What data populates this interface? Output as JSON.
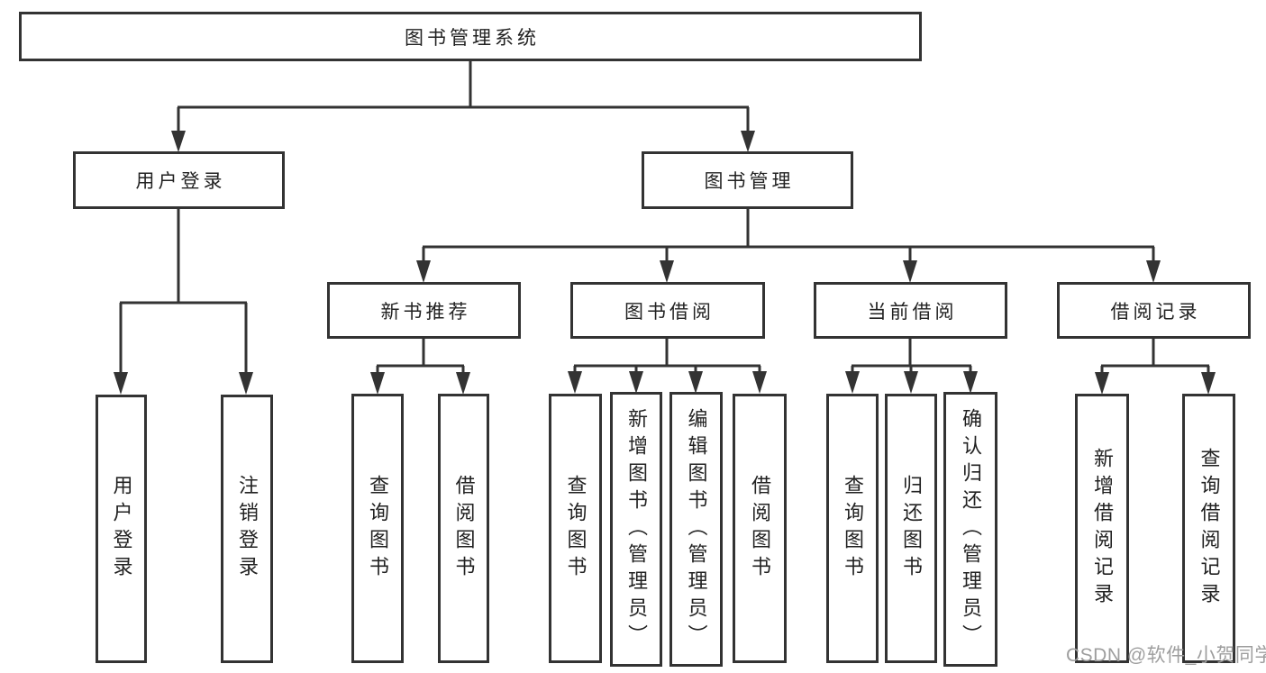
{
  "diagram": {
    "tree": {
      "root": "图书管理系统",
      "children": [
        {
          "label": "用户登录",
          "children": [
            "用户登录",
            "注销登录"
          ]
        },
        {
          "label": "图书管理",
          "children": [
            {
              "label": "新书推荐",
              "children": [
                "查询图书",
                "借阅图书"
              ]
            },
            {
              "label": "图书借阅",
              "children": [
                "查询图书",
                "新增图书（管理员）",
                "编辑图书（管理员）",
                "借阅图书"
              ]
            },
            {
              "label": "当前借阅",
              "children": [
                "查询图书",
                "归还图书",
                "确认归还（管理员）"
              ]
            },
            {
              "label": "借阅记录",
              "children": [
                "新增借阅记录",
                "查询借阅记录"
              ]
            }
          ]
        }
      ]
    },
    "watermark": "CSDN @软件_小贺同学",
    "colors": {
      "line": "#333333",
      "text": "#222222",
      "watermark": "#9e9e9e",
      "background": "#ffffff"
    }
  }
}
